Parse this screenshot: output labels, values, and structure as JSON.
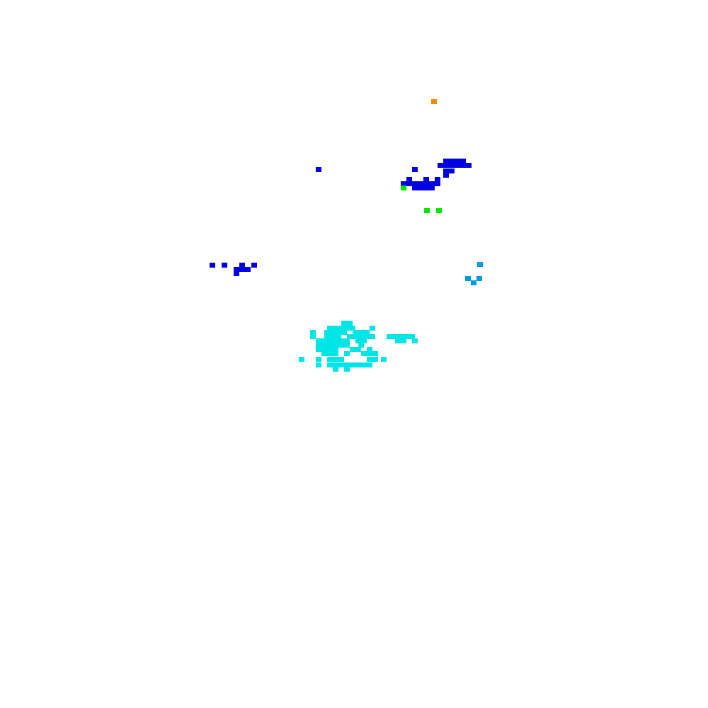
{
  "background_color": "#ffffff",
  "palette": {
    "blue": "#0000e0",
    "cyan": "#00e5e5",
    "light_blue": "#0099e6",
    "green": "#00e600",
    "orange": "#f08c00"
  },
  "clusters": [
    {
      "name": "orange-pixel",
      "color": "orange"
    },
    {
      "name": "blue-streak-upper",
      "color": "blue"
    },
    {
      "name": "green-pixels",
      "color": "green"
    },
    {
      "name": "blue-streak-left",
      "color": "blue"
    },
    {
      "name": "light-blue-cluster-right",
      "color": "light_blue"
    },
    {
      "name": "cyan-blob",
      "color": "cyan"
    }
  ]
}
